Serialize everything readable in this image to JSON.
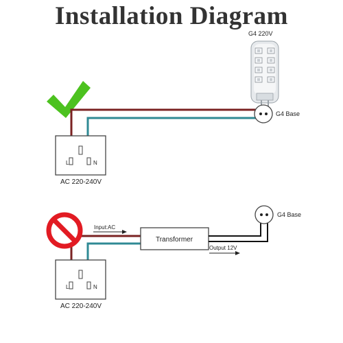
{
  "title": "Installation Diagram",
  "top": {
    "lamp_label": "G4 220V",
    "base_label": "G4 Base",
    "socket_label": "AC 220-240V",
    "terminal_live": "L",
    "terminal_neutral": "N",
    "status": "correct"
  },
  "bottom": {
    "input_label": "Input:AC",
    "transformer_label": "Transformer",
    "output_label": "Output 12V",
    "base_label": "G4 Base",
    "socket_label": "AC 220-240V",
    "terminal_live": "L",
    "terminal_neutral": "N",
    "status": "prohibited"
  },
  "colors": {
    "live_wire": "#7a2222",
    "neutral_wire": "#2f8a94",
    "check": "#4cc21f",
    "prohibit": "#e21b23",
    "outline": "#444444",
    "transformer_wire": "#111111"
  }
}
